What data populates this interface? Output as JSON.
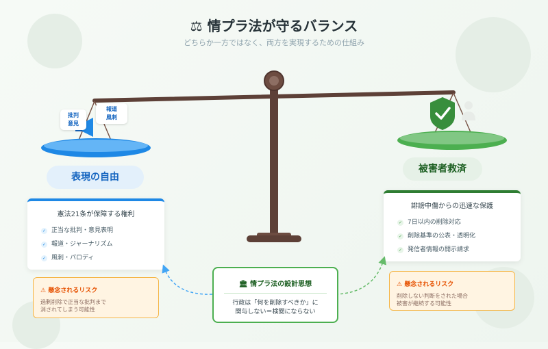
{
  "header": {
    "title": "⚖ 情プラ法が守るバランス",
    "subtitle": "どちらか一方ではなく、両方を実現するための仕組み"
  },
  "left": {
    "bubble_tags": [
      "批判\n意見",
      "報道\n風刺"
    ],
    "label": "表現の自由",
    "card": {
      "heading": "憲法21条が保障する権利",
      "items": [
        "正当な批判・意見表明",
        "報道・ジャーナリズム",
        "風刺・パロディ"
      ]
    },
    "risk": {
      "title": "⚠ 懸念されるリスク",
      "body": "過剰削除で正当な批判まで\n消されてしまう可能性"
    }
  },
  "right": {
    "label": "被害者救済",
    "card": {
      "heading": "誹謗中傷からの迅速な保護",
      "items": [
        "7日以内の削除対応",
        "削除基準の公表・透明化",
        "発信者情報の開示請求"
      ]
    },
    "risk": {
      "title": "⚠ 懸念されるリスク",
      "body": "削除しない判断をされた場合\n被害が継続する可能性"
    }
  },
  "center": {
    "title": "🏛 情プラ法の設計思想",
    "body": "行政は「何を削除すべきか」に\n関与しない＝検閲にならない"
  },
  "colors": {
    "left_accent": "#1e88e5",
    "right_accent": "#2e7d32",
    "beam": "#5d4037",
    "risk_border": "#f5b546"
  },
  "icons": {
    "left_icon": "megaphone-icon",
    "right_icon": "shield-check-icon",
    "right_person": "person-icon"
  }
}
